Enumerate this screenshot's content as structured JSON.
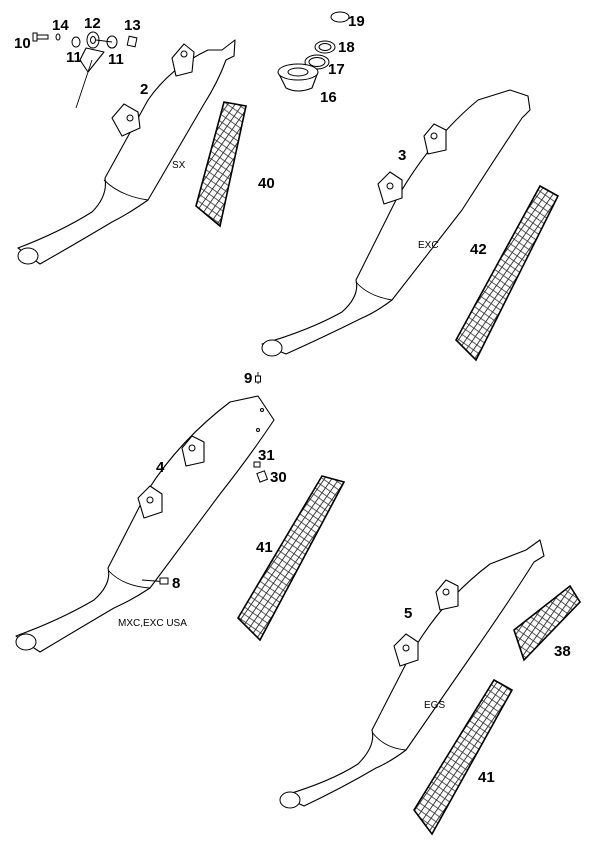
{
  "labels": {
    "l10": "10",
    "l14": "14",
    "l12": "12",
    "l13": "13",
    "l11a": "11",
    "l11b": "11",
    "l19": "19",
    "l18": "18",
    "l17": "17",
    "l16": "16",
    "l2": "2",
    "l40": "40",
    "l3": "3",
    "l42": "42",
    "l9": "9",
    "l4": "4",
    "l31": "31",
    "l30": "30",
    "l41a": "41",
    "l8": "8",
    "l5": "5",
    "l38": "38",
    "l41b": "41"
  },
  "variants": {
    "sx": "SX",
    "exc": "EXC",
    "mxc": "MXC,EXC USA",
    "egs": "EGS"
  }
}
